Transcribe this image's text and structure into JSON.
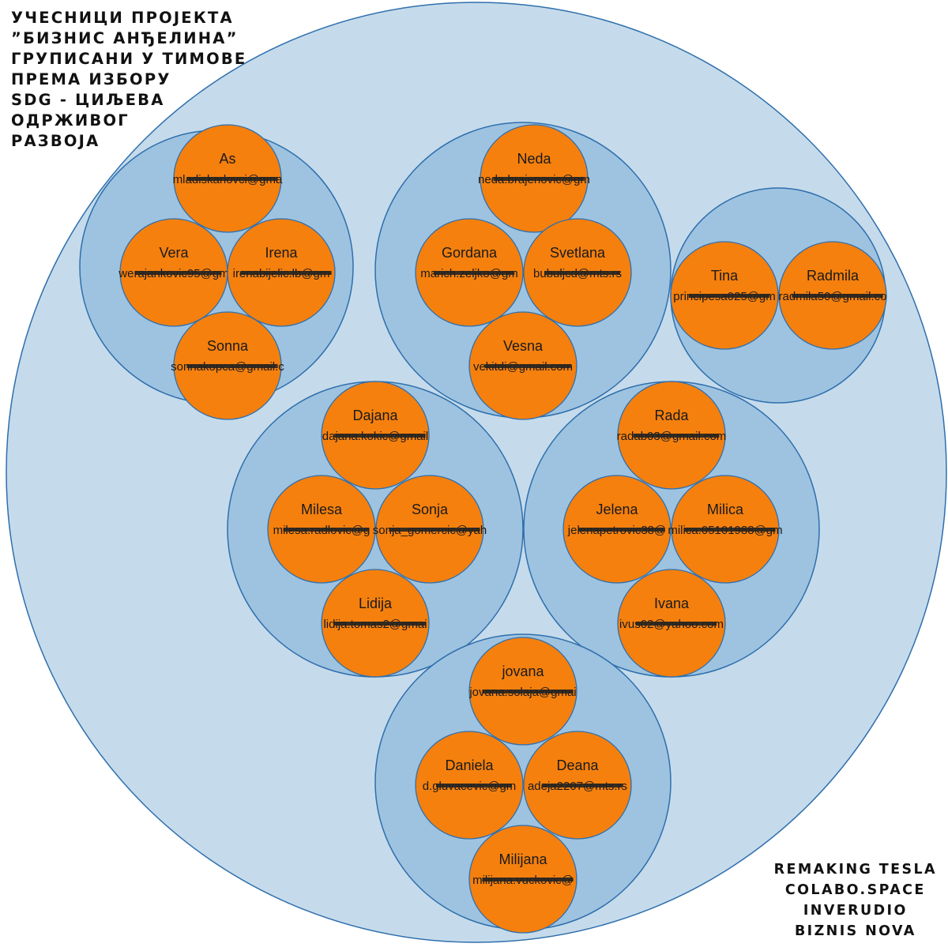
{
  "title_lines": [
    "УЧЕСНИЦИ ПРОЈЕКТА",
    "”БИЗНИС АНЂЕЛИНА”",
    "ГРУПИСАНИ У ТИМОВЕ",
    "ПРЕМА ИЗБОРУ",
    "SDG - ЦИЉЕВА",
    "ОДРЖИВОГ",
    "РАЗВОЈА"
  ],
  "credits": [
    "REMAKING TESLA",
    "COLABO.SPACE",
    "INVERUDIO",
    "BIZNIS NOVA"
  ],
  "colors": {
    "outer_fill": "#c5dbeb",
    "group_fill": "#9ec3e0",
    "stroke": "#2f6fad",
    "person_fill": "#f5800e",
    "redaction": "#222222"
  },
  "teams": [
    {
      "members": [
        {
          "name": "As",
          "email": "mladiskarlovci@gma"
        },
        {
          "name": "Vera",
          "email": "werajankovic95@gm"
        },
        {
          "name": "Irena",
          "email": "irenabijelic.lb@gm"
        },
        {
          "name": "Sonna",
          "email": "sonnakopca@gmail.c"
        }
      ]
    },
    {
      "members": [
        {
          "name": "Neda",
          "email": "neda.brajenovic@gm"
        },
        {
          "name": "Gordana",
          "email": "marich.zeljko@gm"
        },
        {
          "name": "Svetlana",
          "email": "bubuljcd@mts.rs"
        },
        {
          "name": "Vesna",
          "email": "vekitdi@gmail.com"
        }
      ]
    },
    {
      "members": [
        {
          "name": "Tina",
          "email": "principesa025@gm"
        },
        {
          "name": "Radmila",
          "email": "radmila50@gmail.co"
        }
      ]
    },
    {
      "members": [
        {
          "name": "Dajana",
          "email": "dajana.kokic@gmail"
        },
        {
          "name": "Milesa",
          "email": "milesa.radlovic@g"
        },
        {
          "name": "Sonja",
          "email": "sonja_gomercic@yah"
        },
        {
          "name": "Lidija",
          "email": "lidija.tomas2@gmai"
        }
      ]
    },
    {
      "members": [
        {
          "name": "Rada",
          "email": "radab03@gmail.com"
        },
        {
          "name": "Jelena",
          "email": "jelenapetrovic38@"
        },
        {
          "name": "Milica",
          "email": "milica.05101988@gm"
        },
        {
          "name": "Ivana",
          "email": "ivus02@yahoo.com"
        }
      ]
    },
    {
      "members": [
        {
          "name": "jovana",
          "email": "jovana.solaja@gmai"
        },
        {
          "name": "Daniela",
          "email": "d.gluvacevic@gm"
        },
        {
          "name": "Deana",
          "email": "adeja2207@mts.rs"
        },
        {
          "name": "Milijana",
          "email": "milijana.vuckovic@"
        }
      ]
    }
  ]
}
